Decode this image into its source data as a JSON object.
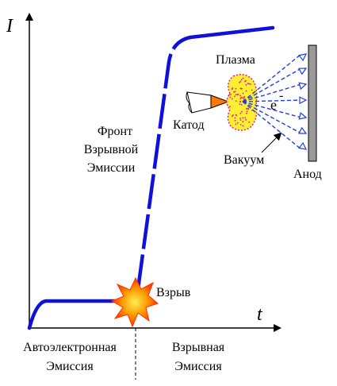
{
  "axes": {
    "y_label": "I",
    "x_label": "t"
  },
  "labels": {
    "front_line1": "Фронт",
    "front_line2": "Взрывной",
    "front_line3": "Эмиссии",
    "explosion": "Взрыв",
    "plasma": "Плазма",
    "electron": "e",
    "electron_sup": "-",
    "cathode": "Катод",
    "vacuum": "Вакуум",
    "anode": "Анод",
    "auto_line1": "Автоэлектронная",
    "auto_line2": "Эмиссия",
    "expl_line1": "Взрывная",
    "expl_line2": "Эмиссия"
  },
  "colors": {
    "curve": "#1010dd",
    "plasma_fill": "#ffee33",
    "plasma_dots": "#e0208a",
    "electron_rays": "#1f3fdd",
    "anode": "#999999",
    "burst_outer": "#ff4400",
    "burst_inner": "#ffaa00",
    "cathode_tip": "#ff7a00"
  }
}
